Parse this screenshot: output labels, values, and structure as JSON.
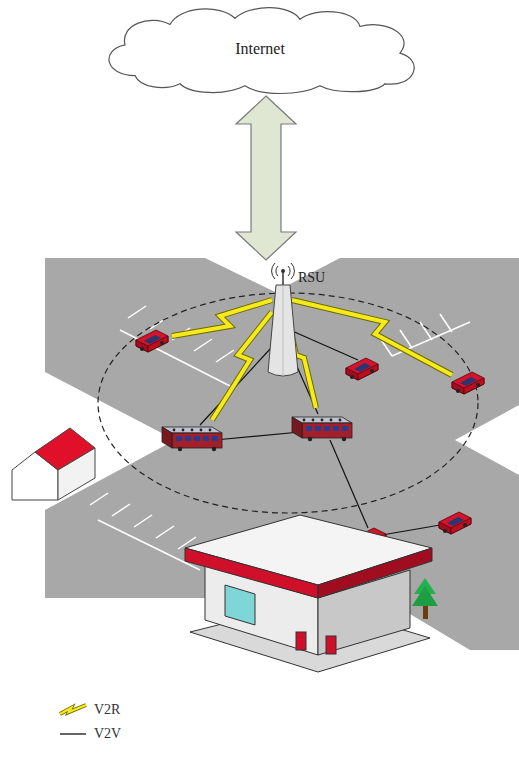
{
  "diagram": {
    "nodes": [
      {
        "text": [
          "Internet"
        ]
      },
      {
        "text": [
          "RSU"
        ]
      }
    ],
    "edges": [
      {
        "from": 0,
        "to": 1,
        "arrow": "both"
      }
    ],
    "legend": [
      {
        "text": "V2R"
      },
      {
        "text": "V2V"
      }
    ]
  }
}
